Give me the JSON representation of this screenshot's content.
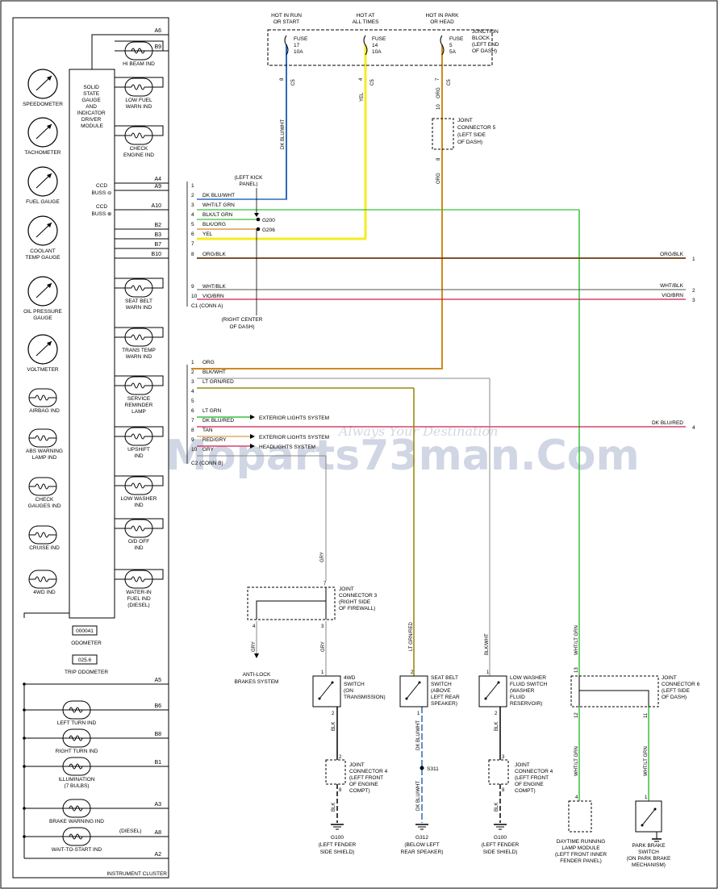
{
  "colors": {
    "blue": "#2a6ab8",
    "yellow": "#f4ec20",
    "orange": "#cf8a1e",
    "brown": "#6b3a10",
    "green": "#39c03b",
    "red": "#cf1f4b",
    "gray": "#888888",
    "black": "#000000",
    "olive": "#9a8a10"
  },
  "watermark": {
    "brand": "Moparts73man.Com",
    "tagline": "Always Your Destination"
  },
  "fuses": [
    {
      "hot": [
        "HOT IN RUN",
        "OR START"
      ],
      "fuse": [
        "FUSE",
        "17",
        "10A"
      ],
      "wire": "DK BLU/WHT",
      "pin": "8",
      "conn": "C5"
    },
    {
      "hot": [
        "HOT AT",
        "ALL TIMES"
      ],
      "fuse": [
        "FUSE",
        "14",
        "10A"
      ],
      "wire": "YEL",
      "pin": "4",
      "conn": "C5"
    },
    {
      "hot": [
        "HOT IN PARK",
        "OR HEAD"
      ],
      "fuse": [
        "FUSE",
        "5",
        "5A"
      ],
      "wire": "ORG",
      "pin": "7",
      "conn": "C5"
    }
  ],
  "junction_block": [
    "JUNCTION",
    "BLOCK",
    "(LEFT END",
    "OF DASH)"
  ],
  "cluster": {
    "module": [
      "SOLID",
      "STATE",
      "GAUGE",
      "AND",
      "INDICATOR",
      "DRIVER",
      "MODULE"
    ],
    "ccd_minus": [
      "CCD",
      "BUSS ⊖"
    ],
    "ccd_plus": [
      "CCD",
      "BUSS ⊕"
    ],
    "gauges": [
      [
        "SPEEDOMETER"
      ],
      [
        "TACHOMETER"
      ],
      [
        "FUEL GAUGE"
      ],
      [
        "COOLANT",
        "TEMP GAUGE"
      ],
      [
        "OIL PRESSURE",
        "GAUGE"
      ],
      [
        "VOLTMETER"
      ]
    ],
    "left_lamps": [
      [
        "AIRBAG IND"
      ],
      [
        "ABS WARNING",
        "LAMP IND"
      ],
      [
        "CHECK",
        "GAUGES IND"
      ],
      [
        "CRUISE IND"
      ],
      [
        "4WD IND"
      ]
    ],
    "right_lamps": [
      [
        "HI BEAM IND"
      ],
      [
        "LOW FUEL",
        "WARN IND"
      ],
      [
        "CHECK",
        "ENGINE IND"
      ],
      [
        "SEAT BELT",
        "WARN IND"
      ],
      [
        "TRANS TEMP",
        "WARN IND"
      ],
      [
        "SERVICE",
        "REMINDER",
        "LAMP"
      ],
      [
        "UPSHIFT",
        "IND"
      ],
      [
        "LOW WASHER",
        "IND"
      ],
      [
        "O/D OFF",
        "IND"
      ],
      [
        "WATER-IN",
        "FUEL IND",
        "(DIESEL)"
      ]
    ],
    "pins": [
      "A6",
      "B9",
      "A4",
      "A9",
      "A10",
      "B2",
      "B3",
      "B7",
      "B10",
      "A5",
      "B6",
      "B8",
      "B1",
      "A3",
      "A8",
      "A2"
    ],
    "odometer": {
      "value": "000041",
      "label": "ODOMETER"
    },
    "tripodometer": {
      "value": "025.6",
      "label": "TRIP ODOMETER"
    },
    "bottom_lamps": [
      [
        "LEFT TURN IND"
      ],
      [
        "RIGHT TURN IND"
      ],
      [
        "ILLUMINATION",
        "(7 BULBS)"
      ],
      [
        "BRAKE WARNING IND"
      ],
      [
        "WAIT-TO-START IND"
      ]
    ],
    "diesel": "(DIESEL)",
    "title": "INSTRUMENT CLUSTER"
  },
  "c1": {
    "rows": [
      {
        "n": "1",
        "label": ""
      },
      {
        "n": "2",
        "label": "DK BLU/WHT"
      },
      {
        "n": "3",
        "label": "WHT/LT GRN"
      },
      {
        "n": "4",
        "label": "BLK/LT GRN"
      },
      {
        "n": "5",
        "label": "BLK/ORG"
      },
      {
        "n": "6",
        "label": "YEL"
      },
      {
        "n": "7",
        "label": ""
      },
      {
        "n": "8",
        "label": "ORG/BLK"
      },
      {
        "n": "9",
        "label": "WHT/BLK"
      },
      {
        "n": "10",
        "label": "VIO/BRN"
      }
    ],
    "name": "C1 (CONN A)",
    "left_kick": [
      "(LEFT KICK",
      "PANEL)"
    ],
    "g200": "G200",
    "g206": "G206",
    "right_center": [
      "(RIGHT CENTER",
      "OF DASH)"
    ]
  },
  "c2": {
    "rows": [
      {
        "n": "1",
        "label": "ORG"
      },
      {
        "n": "2",
        "label": "BLK/WHT"
      },
      {
        "n": "3",
        "label": "LT GRN/RED"
      },
      {
        "n": "4",
        "label": ""
      },
      {
        "n": "5",
        "label": ""
      },
      {
        "n": "6",
        "label": "LT GRN"
      },
      {
        "n": "7",
        "label": "DK BLU/RED"
      },
      {
        "n": "8",
        "label": "TAN"
      },
      {
        "n": "9",
        "label": "RED/GRY"
      },
      {
        "n": "10",
        "label": "GRY"
      }
    ],
    "name": "C2 (CONN B)",
    "ext1": "EXTERIOR LIGHTS SYSTEM",
    "ext2": "EXTERIOR LIGHTS SYSTEM",
    "headlights": "HEADLIGHTS SYSTEM"
  },
  "right_edge": [
    {
      "wire": "ORG/BLK",
      "n": "1"
    },
    {
      "wire": "WHT/BLK",
      "n": "2"
    },
    {
      "wire": "VIO/BRN",
      "n": "3"
    },
    {
      "wire": "DK BLU/RED",
      "n": "4"
    }
  ],
  "joint5": [
    "JOINT",
    "CONNECTOR 5",
    "(LEFT SIDE",
    "OF DASH)"
  ],
  "joint5_pins": {
    "top_wire": "ORG",
    "top_pin": "10",
    "bot_wire": "ORG",
    "bot_pin": "8"
  },
  "joint3": {
    "label": [
      "JOINT",
      "CONNECTOR 3",
      "(RIGHT SIDE",
      "OF FIREWALL)"
    ],
    "pin7": "7",
    "pin4": "4",
    "pin3": "3",
    "wire_top": "GRY",
    "wire_l": "GRY",
    "wire_r": "GRY"
  },
  "abs": [
    "ANTI-LOCK",
    "BRAKES SYSTEM"
  ],
  "sw4wd": {
    "label": [
      "4WD",
      "SWITCH",
      "(ON",
      "TRANSMISSION)"
    ],
    "pin_top": "1",
    "pin_bot": "2",
    "wire": "BLK"
  },
  "seatbelt": {
    "label": [
      "SEAT BELT",
      "SWITCH",
      "(ABOVE",
      "LEFT REAR",
      "SPEAKER)"
    ],
    "wire_top": "LT GRN/RED",
    "pin_top": "2",
    "pin_bot": "1",
    "wire_bot": "DK BLU/WHT",
    "splice": "S311",
    "wire_g": "DK BLU/WHT"
  },
  "washer": {
    "label": [
      "LOW WASHER",
      "FLUID SWITCH",
      "(WASHER",
      "FLUID",
      "RESERVOIR)"
    ],
    "wire_top": "BLK/WHT",
    "pin_top": "1",
    "pin_bot": "2",
    "wire_bot": "BLK"
  },
  "joint6": {
    "label": [
      "JOINT",
      "CONNECTOR 6",
      "(LEFT SIDE",
      "OF DASH)"
    ],
    "wire_top": "WHT/LT GRN",
    "pin_top": "13",
    "pin_l": "12",
    "pin_r": "11",
    "wire_l": "WHT/LT GRN",
    "wire_r": "WHT/LT GRN"
  },
  "joint4a": {
    "label": [
      "JOINT",
      "CONNECTOR 4",
      "(LEFT FRONT",
      "OF ENGINE",
      "COMPT)"
    ],
    "pin_t": "2",
    "pin_b": "8",
    "wire": "BLK"
  },
  "joint4b": {
    "label": [
      "JOINT",
      "CONNECTOR 4",
      "(LEFT FRONT",
      "OF ENGINE",
      "COMPT)"
    ],
    "pin_t": "3",
    "pin_b": "8",
    "wire": "BLK"
  },
  "grounds": [
    {
      "name": "G100",
      "loc": [
        "(LEFT FENDER",
        "SIDE SHIELD)"
      ]
    },
    {
      "name": "G312",
      "loc": [
        "(BELOW LEFT",
        "REAR SPEAKER)"
      ]
    },
    {
      "name": "G100",
      "loc": [
        "(LEFT FENDER",
        "SIDE SHIELD)"
      ]
    }
  ],
  "drl": {
    "label": [
      "DAYTIME RUNNING",
      "LAMP MODULE",
      "(LEFT FRONT INNER",
      "FENDER PANEL)"
    ],
    "pin": "4"
  },
  "park": {
    "label": [
      "PARK BRAKE",
      "SWITCH",
      "(ON PARK BRAKE",
      "MECHANISM)"
    ],
    "pin": "1"
  }
}
